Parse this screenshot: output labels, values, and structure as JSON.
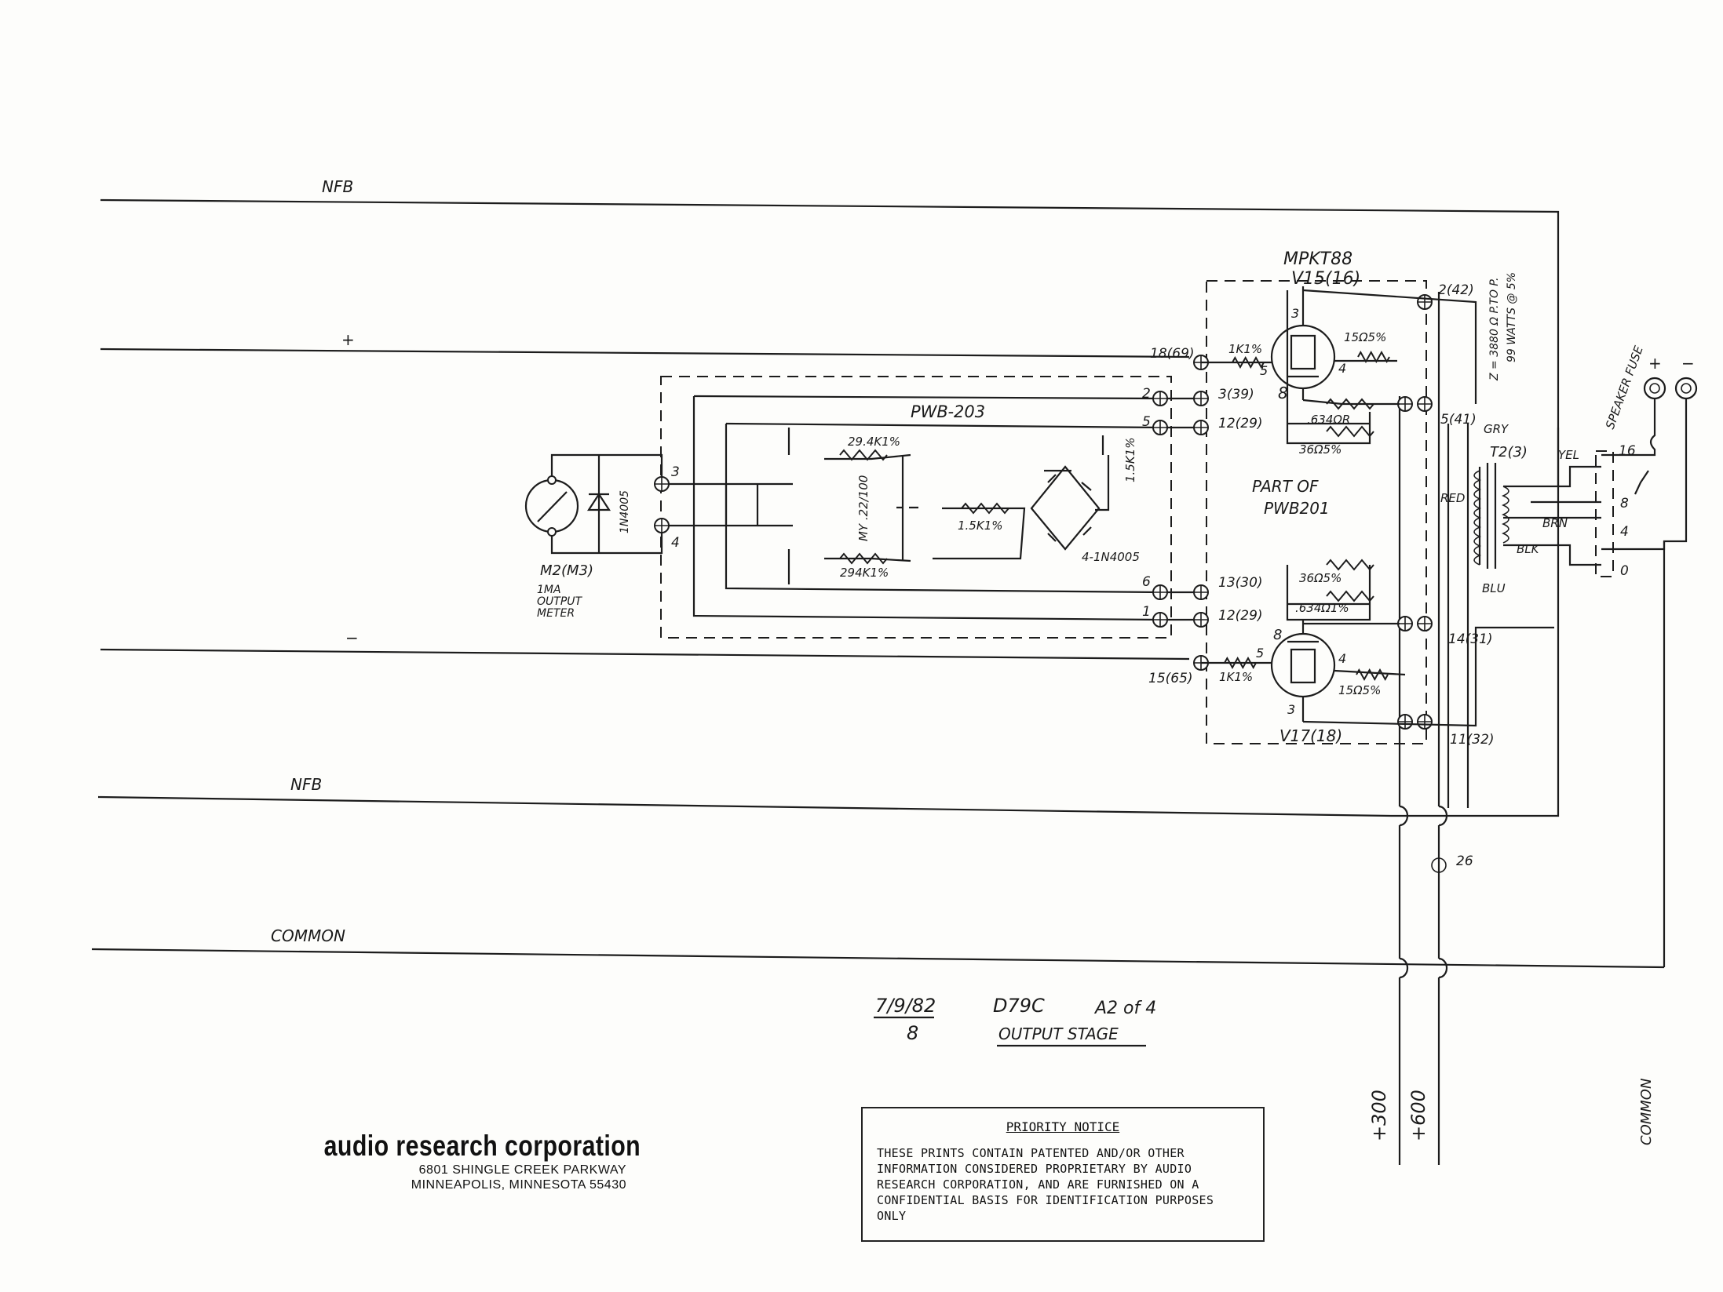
{
  "bus_labels": {
    "nfb_top": "NFB",
    "plus": "+",
    "minus": "−",
    "nfb_bottom": "NFB",
    "common": "COMMON",
    "b300": "+300",
    "b600": "+600",
    "common_vertical": "COMMON"
  },
  "tubes": {
    "upper_type": "MPKT88",
    "upper_id": "V15(16)",
    "lower_id": "V17(18)"
  },
  "board_labels": {
    "pwb203": "PWB-203",
    "part_of": "PART OF",
    "pwb201": "PWB201"
  },
  "components": {
    "r_29k_top": "29.4K1%",
    "r_29k_bot": "294K1%",
    "cap": "MY .22/100",
    "r_1_5k": "1.5K1%",
    "r_1_5k_v": "1.5K1%",
    "bridge": "4-1N4005",
    "diode": "1N4005",
    "r_1k_top": "1K1%",
    "r_1k_bot": "1K1%",
    "r_15_top": "15Ω5%",
    "r_15_bot": "15Ω5%",
    "r_634_top": ".634ΩR",
    "r_36_top": "36Ω5%",
    "r_36_bot": "36Ω5%",
    "r_634_bot": ".634Ω1%",
    "transformer": "T2(3)",
    "impedance": "Z = 3880 Ω P.TO P.",
    "watts": "99 WATTS @ 5%",
    "fuse": "SPEAKER FUSE"
  },
  "meter": {
    "id": "M2(M3)",
    "desc_1": "1MA",
    "desc_2": "OUTPUT",
    "desc_3": "METER"
  },
  "pins": {
    "p3": "3",
    "p4": "4",
    "p2": "2",
    "p5": "5",
    "p6": "6",
    "p1": "1",
    "t18": "18(69)",
    "t3": "3(39)",
    "t12": "12(29)",
    "t13": "13(30)",
    "t12b": "12(29)",
    "t15": "15(65)",
    "t2": "2(42)",
    "t5": "5(41)",
    "t14": "14(31)",
    "t11": "11(32)",
    "t26": "26",
    "g3": "3",
    "g5": "5",
    "g8": "8",
    "g4": "4",
    "g8b": "8",
    "g5b": "5",
    "g4b": "4",
    "g3b": "3"
  },
  "wire_colors": {
    "gry": "GRY",
    "red": "RED",
    "blu": "BLU",
    "yel": "YEL",
    "brn": "BRN",
    "blk": "BLK"
  },
  "taps": {
    "t16": "16",
    "t8": "8",
    "t4": "4",
    "t0": "0",
    "plus": "+",
    "minus": "−"
  },
  "drawing_info": {
    "date": "7/9/82",
    "initial": "8",
    "model": "D79C",
    "sheet": "A2 of 4",
    "title": "OUTPUT STAGE"
  },
  "company": {
    "name": "audio research corporation",
    "address": "6801 SHINGLE CREEK PARKWAY",
    "city": "MINNEAPOLIS, MINNESOTA 55430"
  },
  "notice": {
    "title": "PRIORITY NOTICE",
    "body": "THESE PRINTS CONTAIN PATENTED AND/OR OTHER INFORMATION CONSIDERED PROPRIETARY BY AUDIO RESEARCH CORPORATION, AND ARE FURNISHED ON A CONFIDENTIAL BASIS FOR IDENTIFICATION PURPOSES ONLY"
  }
}
